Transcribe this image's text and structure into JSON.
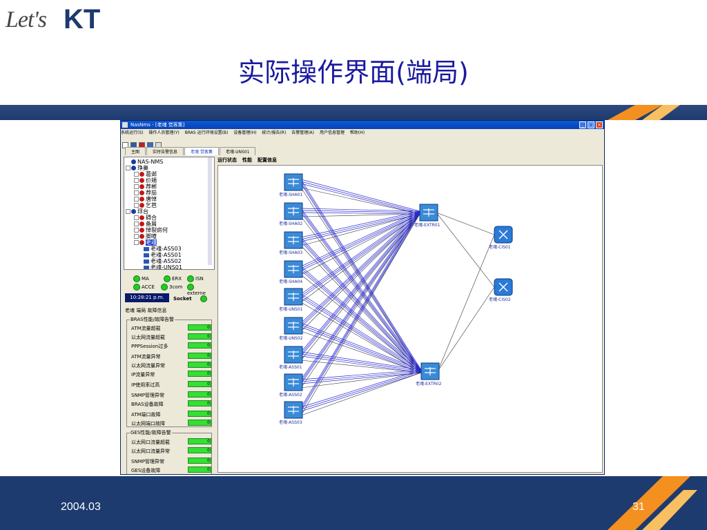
{
  "slide": {
    "logo_lets": "Let's",
    "logo_kt": "KT",
    "title": "实际操作界面(端局)",
    "date": "2004.03",
    "page_number": "31"
  },
  "window": {
    "title": "NasNms - [老魂 觉客集]",
    "menu": [
      "系统运行(S)",
      "操作人员管理(Y)",
      "BRAS 运行环境设置(B)",
      "设备管理(H)",
      "统计/报告(R)",
      "告警管理(A)",
      "用户信息管理",
      "帮助(H)"
    ],
    "tabs": [
      "主图",
      "实时告警信息",
      "老魂 觉客集",
      "老魂-UNS01"
    ],
    "active_tab": 2,
    "tree": {
      "root": "NAS-NMS",
      "group1": "琤巢",
      "group1_items": [
        "葛邺",
        "价頬",
        "荐郴",
        "荐茄",
        "唐悼",
        "乞芭"
      ],
      "group2": "琈台",
      "group2_items": [
        "碍合",
        "备屑",
        "悼裂疬何",
        "脚喳"
      ],
      "selected": "老魂",
      "devices": [
        "老魂-ASS03",
        "老魂-ASS01",
        "老魂-ASS02",
        "老魂-UNS01"
      ]
    },
    "status": {
      "leds": [
        "MA",
        "ERX",
        "ISN",
        "ACCE",
        "3com",
        "externe"
      ],
      "clock": "10:28:21 p.m.",
      "socket": "Socket"
    },
    "fault_title": "老魂 端局 故障信息",
    "bras_group": {
      "title": "BRAS性能/故障告警",
      "rows": [
        "ATM流量超载",
        "以太网流量超载",
        "PPPSession过多",
        "ATM流量异常",
        "以太网流量异常",
        "IP流量异常",
        "IP使用率过高",
        "SNMP管理异常",
        "BRAS设备故障",
        "ATM端口故障",
        "以太网端口故障"
      ],
      "values": [
        "0",
        "0",
        "0",
        "0",
        "0",
        "0",
        "0",
        "0",
        "0",
        "0",
        "0"
      ]
    },
    "ges_group": {
      "title": "GES性能/故障告警",
      "rows": [
        "以太网口流量超载",
        "以太网口流量异常",
        "SNMP管理异常",
        "GES设备故障"
      ],
      "values": [
        "0",
        "0",
        "0",
        "0"
      ]
    },
    "right_tabs": [
      "运行状态",
      "性能",
      "配置信息"
    ],
    "network": {
      "left_nodes": [
        "老魂-SHA01",
        "老魂-SHA02",
        "老魂-SHA03",
        "老魂-SHA04",
        "老魂-UNS01",
        "老魂-UNS02",
        "老魂-ASS01",
        "老魂-ASS02",
        "老魂-ASS03"
      ],
      "mid_nodes": [
        "老魂-EXTR01",
        "老魂-EXTR02"
      ],
      "right_nodes": [
        "老魂-CIS01",
        "老魂-CIS02"
      ]
    }
  },
  "colors": {
    "band": "#1e3b6f",
    "title": "#1a1aa0",
    "link_blue": "#2a2ad0",
    "link_dark": "#333333"
  }
}
